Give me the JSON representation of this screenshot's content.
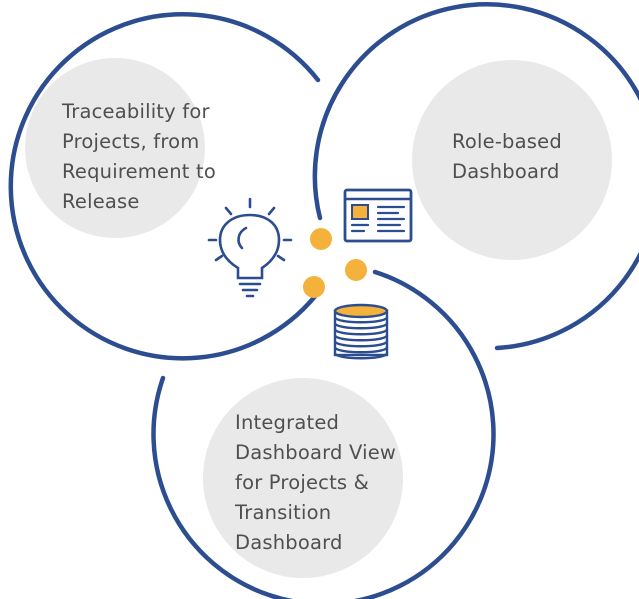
{
  "diagram": {
    "colors": {
      "ring": "#2c4d8f",
      "blob": "#e9e9e9",
      "accent": "#f4b23c",
      "icon": "#2c4d8f",
      "text": "#4f4f4f"
    },
    "circles": [
      {
        "id": "top-left",
        "label": "Traceability for\nProjects, from\nRequirement to\nRelease"
      },
      {
        "id": "top-right",
        "label": "Role-based\nDashboard"
      },
      {
        "id": "bottom",
        "label": "Integrated\nDashboard View\nfor Projects &\nTransition\nDashboard"
      }
    ],
    "icons": [
      "lightbulb-icon",
      "dashboard-window-icon",
      "database-stack-icon"
    ]
  }
}
